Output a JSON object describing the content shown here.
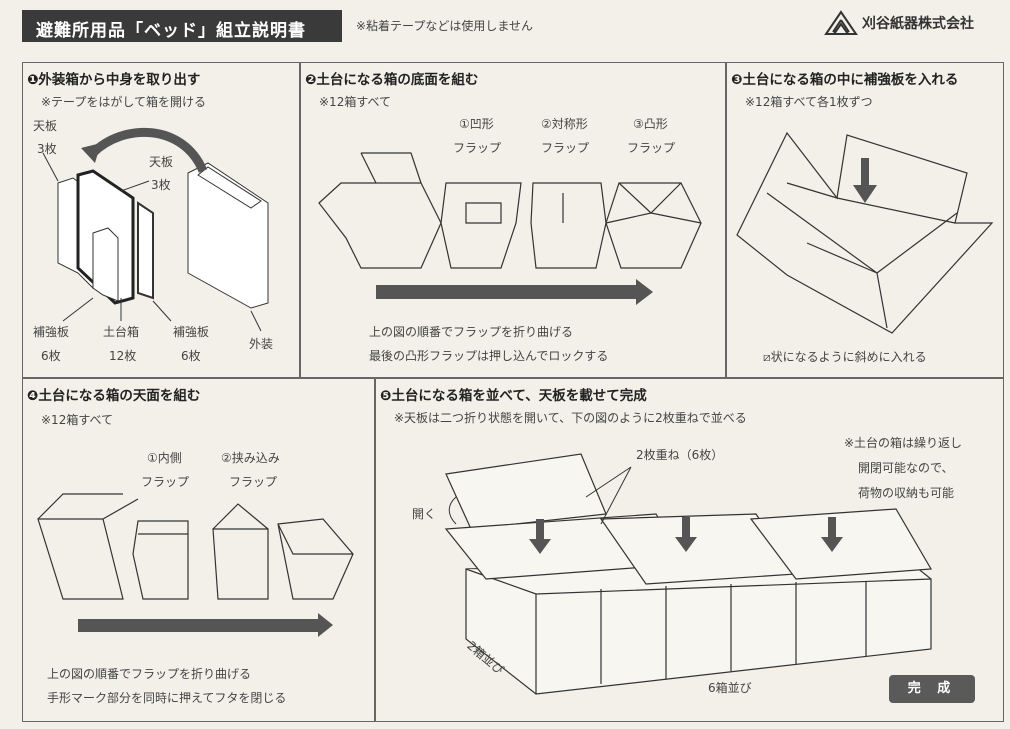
{
  "header": {
    "title": "避難所用品「ベッド」組立説明書",
    "note": "※粘着テープなどは使用しません",
    "company": "刈谷紙器株式会社"
  },
  "steps": [
    {
      "title": "❶外装箱から中身を取り出す",
      "note": "※テープをはがして箱を開ける",
      "labels": {
        "top_board_a": "天板",
        "top_board_a_count": "3枚",
        "top_board_b": "天板",
        "top_board_b_count": "3枚",
        "reinforce_a": "補強板",
        "reinforce_a_count": "6枚",
        "base_box": "土台箱",
        "base_box_count": "12枚",
        "reinforce_b": "補強板",
        "reinforce_b_count": "6枚",
        "outer": "外装"
      }
    },
    {
      "title": "❷土台になる箱の底面を組む",
      "note": "※12箱すべて",
      "flaps": [
        {
          "name": "①凹形",
          "sub": "フラップ"
        },
        {
          "name": "②対称形",
          "sub": "フラップ"
        },
        {
          "name": "③凸形",
          "sub": "フラップ"
        }
      ],
      "desc1": "上の図の順番でフラップを折り曲げる",
      "desc2": "最後の凸形フラップは押し込んでロックする"
    },
    {
      "title": "❸土台になる箱の中に補強板を入れる",
      "note": "※12箱すべて各1枚ずつ",
      "desc": "⧄状になるように斜めに入れる"
    },
    {
      "title": "❹土台になる箱の天面を組む",
      "note": "※12箱すべて",
      "flaps": [
        {
          "name": "①内側",
          "sub": "フラップ"
        },
        {
          "name": "②挟み込み",
          "sub": "フラップ"
        }
      ],
      "desc1": "上の図の順番でフラップを折り曲げる",
      "desc2": "手形マーク部分を同時に押えてフタを閉じる"
    },
    {
      "title": "❺土台になる箱を並べて、天板を載せて完成",
      "note": "※天板は二つ折り状態を開いて、下の図のように2枚重ねで並べる",
      "stack_label": "2枚重ね（6枚）",
      "open_label": "開く",
      "side_note": [
        "※土台の箱は繰り返し",
        "開閉可能なので、",
        "荷物の収納も可能"
      ],
      "row2": "2箱並び",
      "row6": "6箱並び",
      "complete": "完 成"
    }
  ]
}
